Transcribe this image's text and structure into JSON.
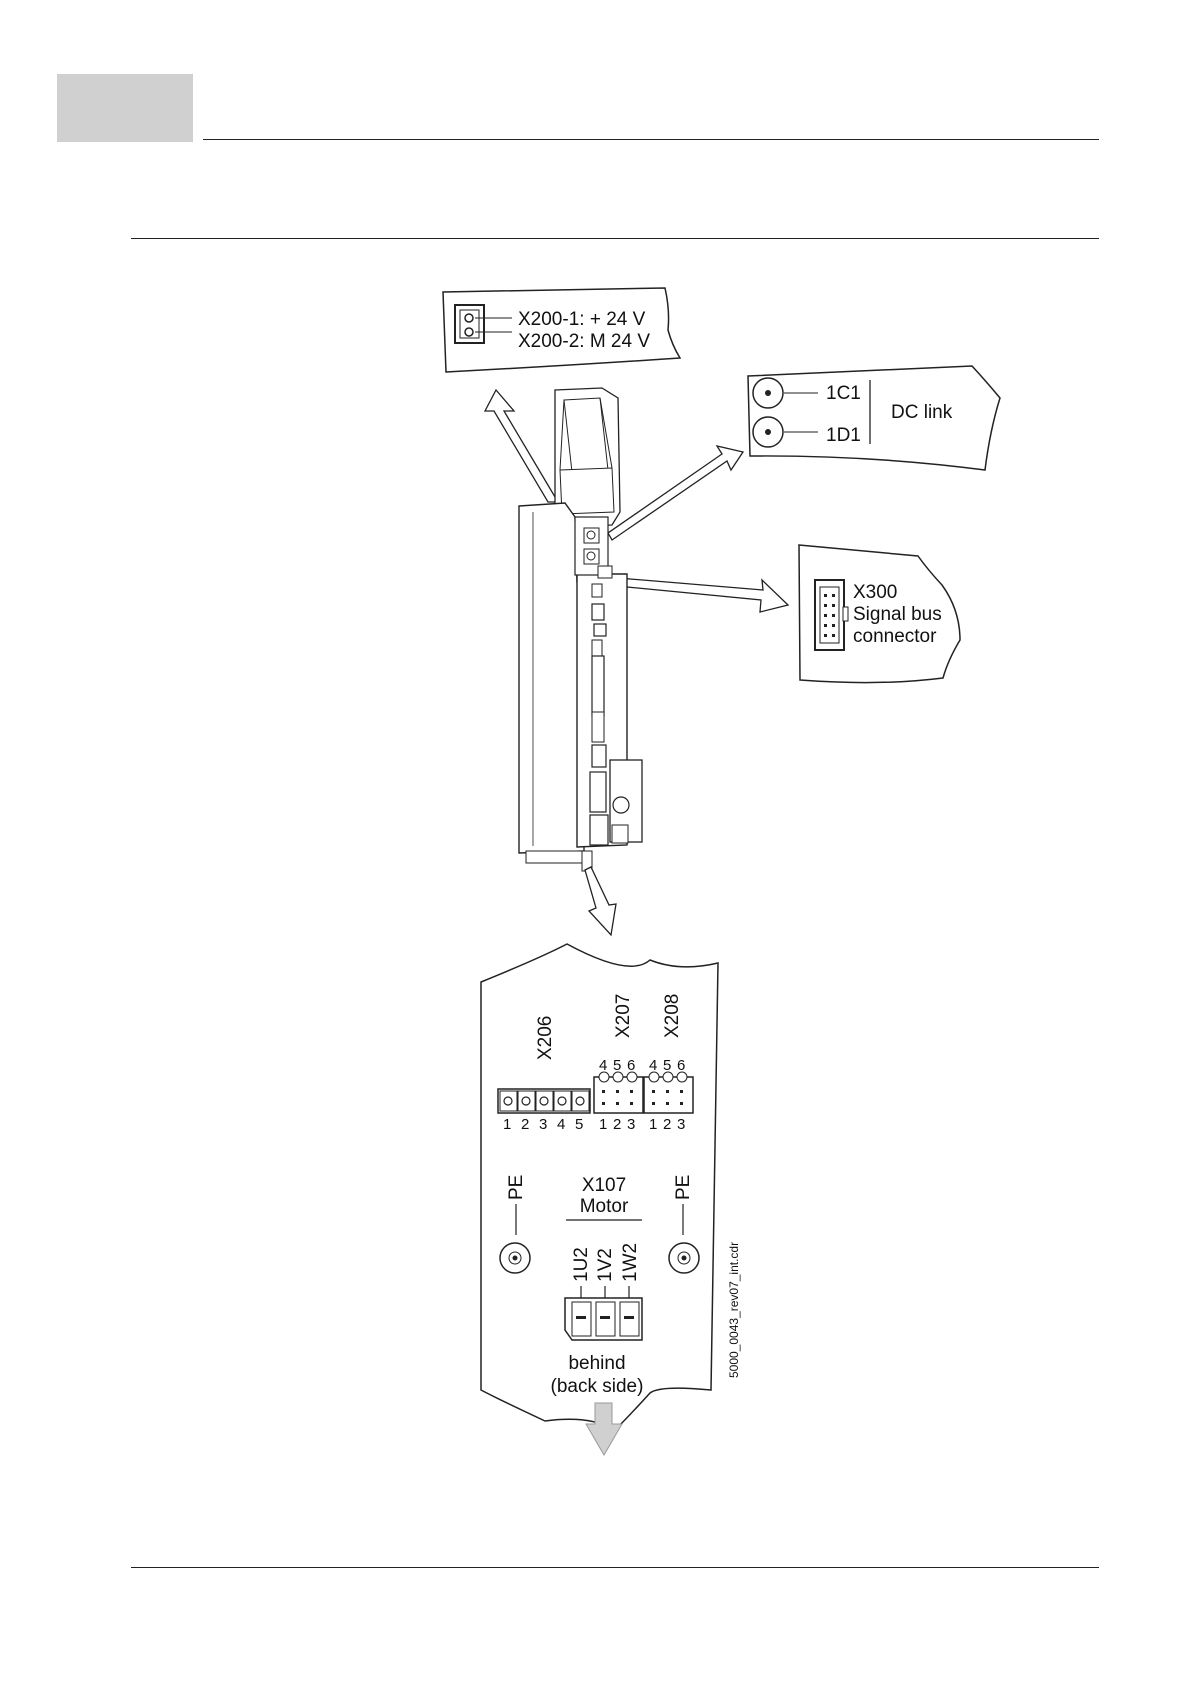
{
  "header": {
    "tab_color": "#d0d0d0"
  },
  "diagram": {
    "x200": {
      "line1": "X200-1: + 24 V",
      "line2": "X200-2: M 24 V"
    },
    "dc_link": {
      "terminal1": "1C1",
      "terminal2": "1D1",
      "label": "DC link"
    },
    "x300": {
      "line1": "X300",
      "line2": "Signal bus",
      "line3": "connector"
    },
    "bottom_panel": {
      "x206": "X206",
      "x207": "X207",
      "x208": "X208",
      "x206_pins": [
        "1",
        "2",
        "3",
        "4",
        "5"
      ],
      "x207_top_pins": [
        "4",
        "5",
        "6"
      ],
      "x207_bottom_pins": [
        "1",
        "2",
        "3"
      ],
      "x208_top_pins": [
        "4",
        "5",
        "6"
      ],
      "x208_bottom_pins": [
        "1",
        "2",
        "3"
      ],
      "pe_left": "PE",
      "pe_right": "PE",
      "x107_line1": "X107",
      "x107_line2": "Motor",
      "motor_terminals": [
        "1U2",
        "1V2",
        "1W2"
      ],
      "behind_line1": "behind",
      "behind_line2": "(back side)",
      "file_ref": "5000_0043_rev07_int.cdr"
    }
  }
}
